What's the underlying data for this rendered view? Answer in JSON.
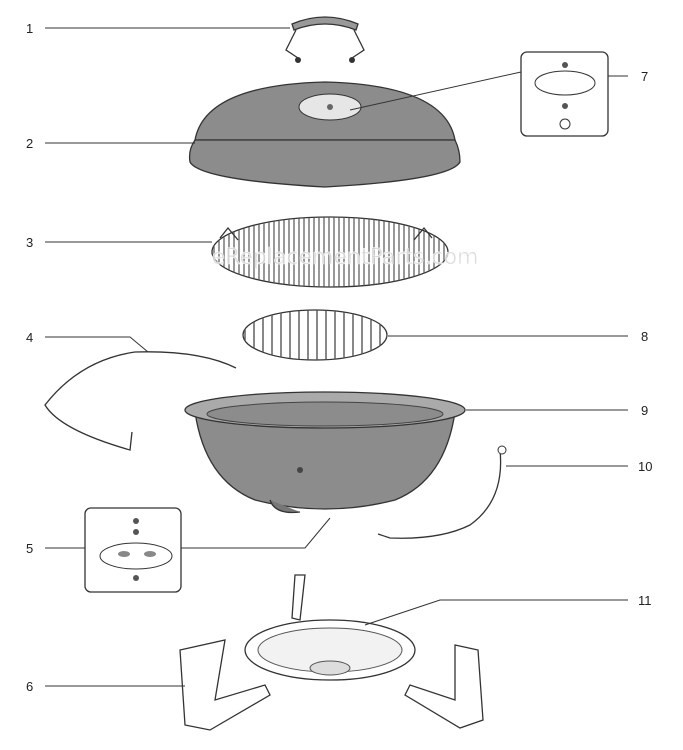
{
  "diagram": {
    "watermark": "eReplacementParts.com",
    "part_fill_color": "#8c8c8c",
    "callouts": [
      {
        "number": "1"
      },
      {
        "number": "2"
      },
      {
        "number": "3"
      },
      {
        "number": "4"
      },
      {
        "number": "5"
      },
      {
        "number": "6"
      },
      {
        "number": "7"
      },
      {
        "number": "8"
      },
      {
        "number": "9"
      },
      {
        "number": "10"
      },
      {
        "number": "11"
      }
    ]
  }
}
